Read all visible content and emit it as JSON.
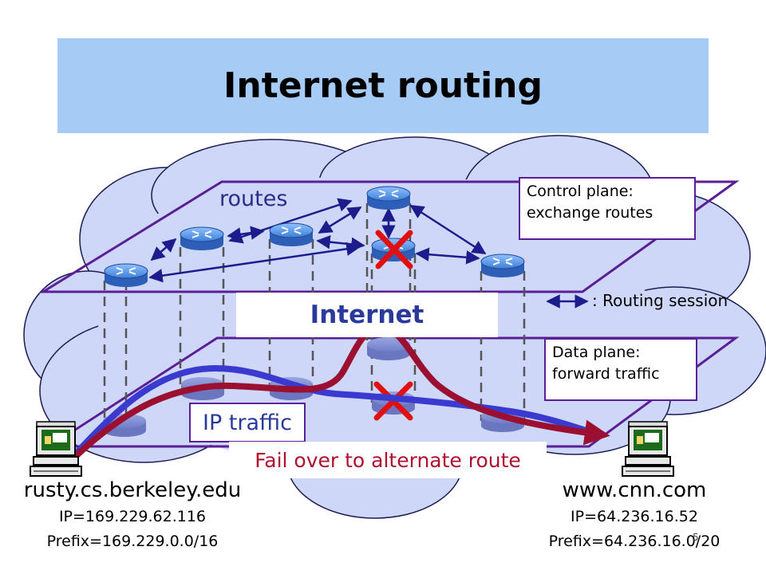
{
  "slide": {
    "title": "Internet routing",
    "slide_number": "5"
  },
  "labels": {
    "routes": "routes",
    "internet": "Internet",
    "routing_session": ": Routing session",
    "ip_traffic": "IP traffic",
    "fail_over": "Fail over to alternate route"
  },
  "control_plane": {
    "line1": "Control plane:",
    "line2": "exchange routes"
  },
  "data_plane": {
    "line1": "Data plane:",
    "line2": "forward traffic"
  },
  "hosts": {
    "left": {
      "name": "rusty.cs.berkeley.edu",
      "ip": "IP=169.229.62.116",
      "prefix": "Prefix=169.229.0.0/16"
    },
    "right": {
      "name": "www.cnn.com",
      "ip": "IP=64.236.16.52",
      "prefix": "Prefix=64.236.16.0/20"
    }
  },
  "colors": {
    "title_bar": "#a6cbf4",
    "plane_border": "#5a1f96",
    "cloud_fill": "#cfd7f8",
    "original_route": "#3a3ad0",
    "alternate_route": "#9b1030",
    "failure_mark": "#e01010",
    "router": "#3f7fd6"
  },
  "icons": [
    "router-icon",
    "computer-icon",
    "failure-x-icon",
    "cloud-icon"
  ]
}
